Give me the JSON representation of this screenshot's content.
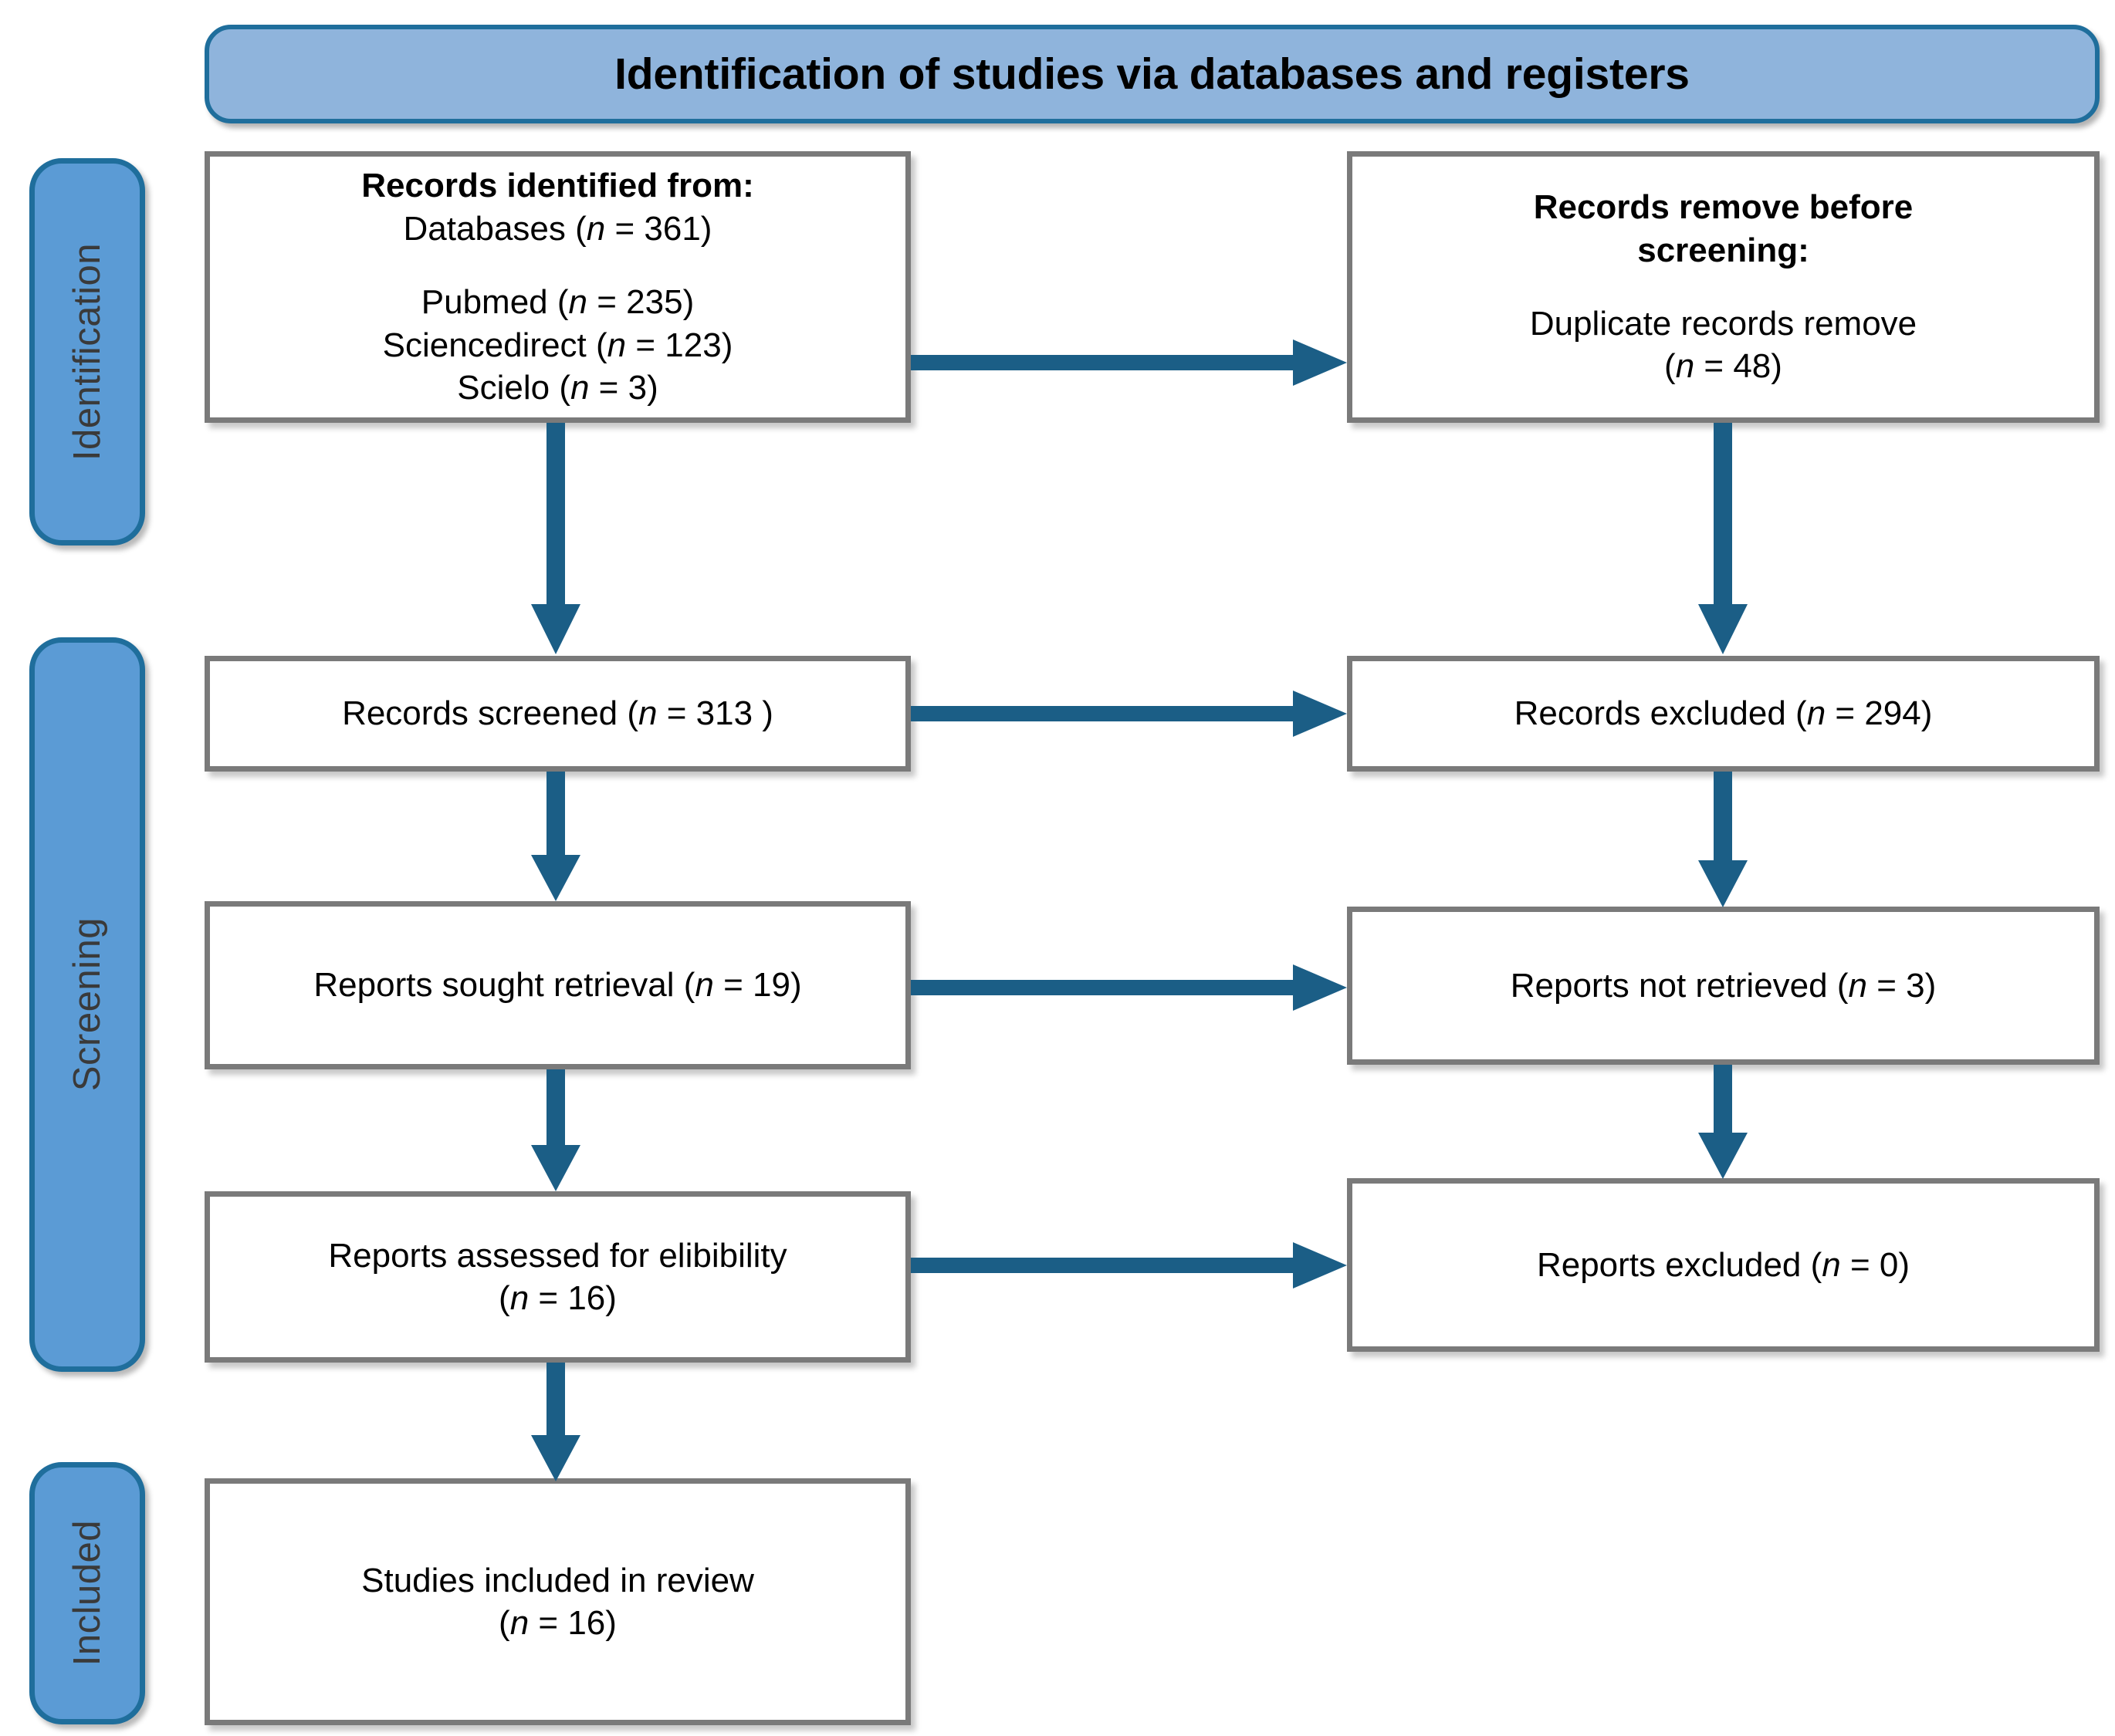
{
  "header": {
    "title": "Identification of studies via databases and registers",
    "fill": "#8FB4DC",
    "border": "#1F6E9C"
  },
  "stages": [
    {
      "id": "identification",
      "label": "Identification"
    },
    {
      "id": "screening",
      "label": "Screening"
    },
    {
      "id": "included",
      "label": "Included"
    }
  ],
  "colors": {
    "arrow": "#1B5E86",
    "box_border": "#7A7A7A",
    "tab_fill": "#5B9BD5",
    "tab_border": "#1F6E9C",
    "text": "#000000",
    "tab_text": "#3A3A3A"
  },
  "boxes": {
    "identified": {
      "heading": "Records identified from:",
      "line1": "Databases (n = 361)",
      "line2": "Pubmed (n = 235)",
      "line3": "Sciencedirect (n = 123)",
      "line4": "Scielo (n = 3)"
    },
    "removed": {
      "heading_line1": "Records remove before",
      "heading_line2": "screening:",
      "line1": "Duplicate records remove",
      "line2": "(n = 48)"
    },
    "screened": {
      "line1": "Records screened (n = 313 )"
    },
    "rec_excluded": {
      "line1": "Records excluded (n = 294)"
    },
    "sought": {
      "line1": "Reports sought retrieval (n = 19)"
    },
    "not_retrieved": {
      "line1": "Reports not retrieved (n = 3)"
    },
    "assessed": {
      "line1": "Reports assessed for elibibility",
      "line2": "(n = 16)"
    },
    "rep_excluded": {
      "line1": "Reports excluded (n = 0)"
    },
    "included": {
      "line1": "Studies included in review",
      "line2": "(n = 16)"
    }
  },
  "arrows": [
    {
      "name": "identified-to-removed",
      "direction": "right"
    },
    {
      "name": "identified-to-screened",
      "direction": "down"
    },
    {
      "name": "removed-to-rec-excluded",
      "direction": "down"
    },
    {
      "name": "screened-to-rec-excluded",
      "direction": "right"
    },
    {
      "name": "screened-to-sought",
      "direction": "down"
    },
    {
      "name": "rec-excluded-to-not-retrieved",
      "direction": "down"
    },
    {
      "name": "sought-to-not-retrieved",
      "direction": "right"
    },
    {
      "name": "sought-to-assessed",
      "direction": "down"
    },
    {
      "name": "not-retrieved-to-rep-excluded",
      "direction": "down"
    },
    {
      "name": "assessed-to-rep-excluded",
      "direction": "right"
    },
    {
      "name": "assessed-to-included",
      "direction": "down"
    }
  ]
}
